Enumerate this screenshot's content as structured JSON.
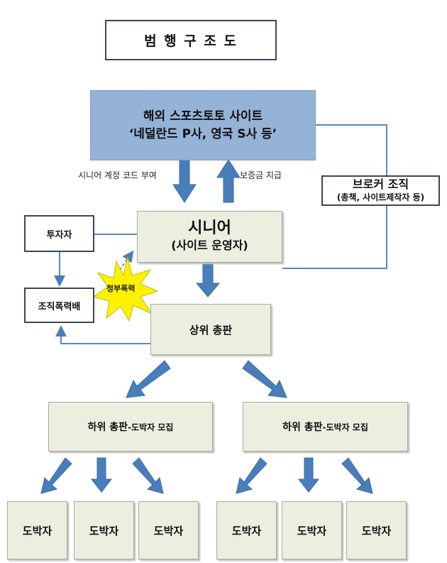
{
  "title": "범 행 구 조 도",
  "overseas_site": {
    "line1": "해외 스포츠토토 사이트",
    "line2": "‘네덜란드 P사, 영국 S사 등’"
  },
  "labels": {
    "code_grant": "시니어 계정 코드 부여",
    "deposit": "보증금 지급",
    "contract_violence": "청부폭력"
  },
  "broker": {
    "line1": "브로커 조직",
    "line2": "(총책, 사이트제작자 등)"
  },
  "senior": {
    "line1": "시니어",
    "line2": "(사이트 운영자)"
  },
  "investor": "투자자",
  "gangsters": "조직폭력배",
  "upper_distributor": "상위 총판",
  "lower_distributors": [
    {
      "main": "하위 총판",
      "sub": "-도박자 모집"
    },
    {
      "main": "하위 총판",
      "sub": "-도박자 모집"
    }
  ],
  "gamblers": [
    "도박자",
    "도박자",
    "도박자",
    "도박자",
    "도박자",
    "도박자"
  ],
  "colors": {
    "arrow": "#4a7ebb",
    "site_fill": "#95b3d7",
    "box_fill": "#eceee0",
    "burst": "#fff200"
  }
}
